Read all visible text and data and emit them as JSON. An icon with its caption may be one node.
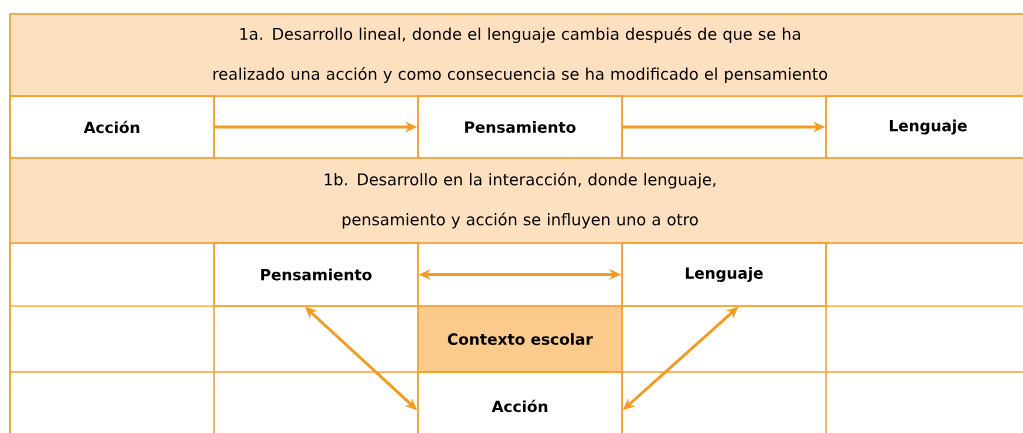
{
  "diagram": {
    "nodes": [
      {
        "text": [
          "1a. Desarrollo lineal, donde el lenguaje cambia después de que se ha realizado una acción y como consecuencia se ha modificado el pensamiento"
        ]
      },
      {
        "text": [
          "Acción"
        ]
      },
      {
        "text": [
          "Pensamiento"
        ]
      },
      {
        "text": [
          "Lenguaje"
        ]
      },
      {
        "text": [
          "1b. Desarrollo en la interacción, donde lenguaje, pensamiento y acción se influyen uno a otro"
        ]
      },
      {
        "text": [
          "Pensamiento"
        ]
      },
      {
        "text": [
          "Lenguaje"
        ]
      },
      {
        "text": [
          "Contexto escolar"
        ]
      },
      {
        "text": [
          "Acción"
        ]
      }
    ],
    "edges": [
      {
        "from": 1,
        "to": 2,
        "arrow": "to"
      },
      {
        "from": 2,
        "to": 3,
        "arrow": "to"
      },
      {
        "from": 5,
        "to": 6,
        "arrow": "both"
      },
      {
        "from": 5,
        "to": 8,
        "arrow": "both"
      },
      {
        "from": 6,
        "to": 8,
        "arrow": "both"
      }
    ]
  }
}
